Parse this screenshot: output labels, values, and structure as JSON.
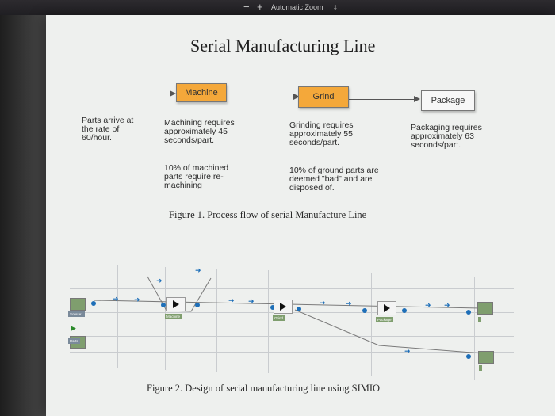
{
  "toolbar": {
    "minus_label": "−",
    "plus_label": "+",
    "zoom_label": "Automatic Zoom",
    "zoom_chevron": "⇕"
  },
  "document": {
    "title": "Serial Manufacturing Line",
    "stations": [
      {
        "label": "Machine"
      },
      {
        "label": "Grind"
      },
      {
        "label": "Package"
      }
    ],
    "notes": {
      "arrival": "Parts arrive at the rate of 60/hour.",
      "machining": "Machining requires approximately 45 seconds/part.",
      "grinding": "Grinding requires approximately 55 seconds/part.",
      "packaging": "Packaging requires approximately 63 seconds/part.",
      "rework": "10% of machined parts require re-machining",
      "defects": "10% of ground parts are deemed \"bad\" and are disposed of."
    },
    "figure1_caption": "Figure 1. Process flow of serial Manufacture Line",
    "figure2_caption": "Figure 2. Design of serial manufacturing line using SIMIO"
  },
  "simio": {
    "labels": {
      "source": "Source1",
      "machine": "Machine",
      "grind": "Grind",
      "package": "Package",
      "parts": "Parts"
    }
  }
}
